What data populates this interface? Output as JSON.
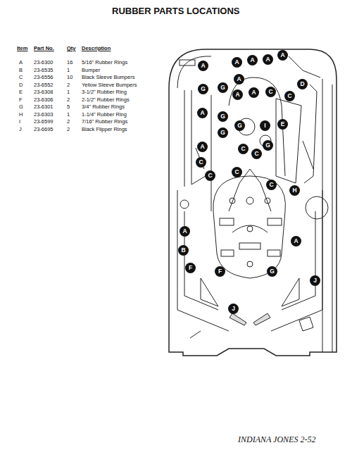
{
  "diagram": {
    "title": "RUBBER PARTS LOCATIONS",
    "caption": "INDIANA JONES 2-52",
    "labels": [
      "Item",
      "Part No.",
      "Qty",
      "Description",
      "A",
      "23-6300",
      "16",
      "5/16\" Rubber Rings",
      "B",
      "23-6535",
      "1",
      "Bumper",
      "C",
      "23-6556",
      "10",
      "Black Sleeve Bumpers",
      "D",
      "23-6552",
      "2",
      "Yellow Sleeve Bumpers",
      "E",
      "23-6308",
      "1",
      "3-1/2\" Rubber Ring",
      "F",
      "23-6306",
      "2",
      "2-1/2\" Rubber Rings",
      "G",
      "23-6301",
      "5",
      "3/4\" Rubber Rings",
      "H",
      "23-6303",
      "1",
      "1-1/4\" Rubber Ring",
      "I",
      "23-6599",
      "2",
      "7/16\" Rubber Rings",
      "J",
      "23-6695",
      "2",
      "Black Flipper Rings",
      "A",
      "A",
      "A",
      "A",
      "A",
      "A",
      "G",
      "A",
      "A",
      "C",
      "C",
      "D",
      "G",
      "A",
      "G",
      "G",
      "G",
      "I",
      "E",
      "A",
      "C",
      "C",
      "C",
      "C",
      "G",
      "C",
      "C",
      "H",
      "A",
      "B",
      "F",
      "F",
      "G",
      "A",
      "J",
      "J"
    ]
  }
}
